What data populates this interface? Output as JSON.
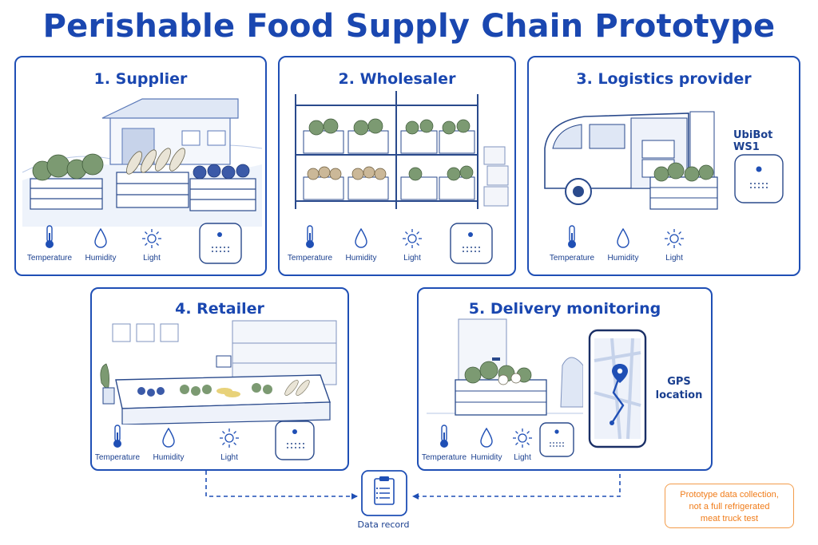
{
  "title": "Perishable Food Supply Chain Prototype",
  "stages": [
    {
      "label": "1. Supplier"
    },
    {
      "label": "2. Wholesaler"
    },
    {
      "label": "3. Logistics provider"
    },
    {
      "label": "4. Retailer"
    },
    {
      "label": "5. Delivery monitoring"
    }
  ],
  "sensors": {
    "temperature": "Temperature",
    "humidity": "Humidity",
    "light": "Light"
  },
  "device_label": "UbiBot WS1",
  "gps_label": "GPS\nlocation",
  "data_record_label": "Data record",
  "note": "Prototype data collection,\nnot a full refrigerated\nmeat truck test",
  "colors": {
    "primary": "#1a47b0",
    "accent_note": "#f07c1a"
  }
}
